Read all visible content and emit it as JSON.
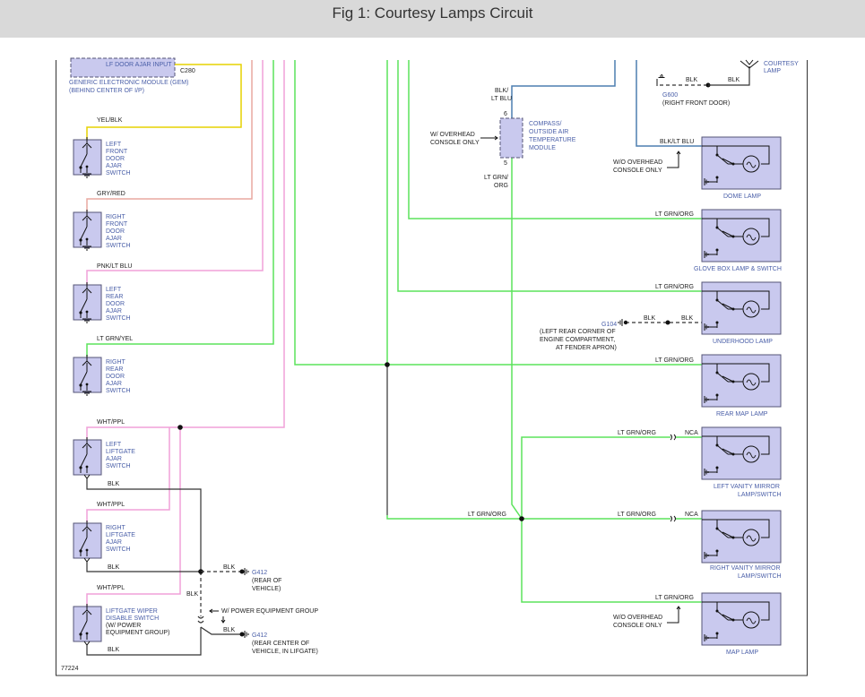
{
  "header": {
    "title": "Fig 1: Courtesy Lamps Circuit"
  },
  "gem": {
    "pin": "LF DOOR AJAR INPUT",
    "connector": "C280",
    "name": "GENERIC ELECTRONIC MODULE (GEM)",
    "location": "(BEHIND CENTER OF I/P)"
  },
  "left_switches": [
    {
      "wire": "YEL/BLK",
      "lines": [
        "LEFT",
        "FRONT",
        "DOOR",
        "AJAR",
        "SWITCH"
      ]
    },
    {
      "wire": "GRY/RED",
      "lines": [
        "RIGHT",
        "FRONT",
        "DOOR",
        "AJAR",
        "SWITCH"
      ]
    },
    {
      "wire": "PNK/LT BLU",
      "lines": [
        "LEFT",
        "REAR",
        "DOOR",
        "AJAR",
        "SWITCH"
      ]
    },
    {
      "wire": "LT GRN/YEL",
      "lines": [
        "RIGHT",
        "REAR",
        "DOOR",
        "AJAR",
        "SWITCH"
      ]
    },
    {
      "wire": "WHT/PPL",
      "lines": [
        "LEFT",
        "LIFTGATE",
        "AJAR",
        "SWITCH"
      ],
      "ground_wire": "BLK"
    },
    {
      "wire": "WHT/PPL",
      "lines": [
        "RIGHT",
        "LIFTGATE",
        "AJAR",
        "SWITCH"
      ],
      "ground_wire": "BLK"
    },
    {
      "wire": "WHT/PPL",
      "lines": [
        "LIFTGATE WIPER",
        "DISABLE SWITCH",
        "(W/ POWER",
        "EQUIPMENT GROUP)"
      ],
      "ground_wire": "BLK"
    }
  ],
  "grounds": {
    "g412_top": {
      "wire": "BLK",
      "id": "G412",
      "loc": [
        "(REAR OF",
        "VEHICLE)"
      ]
    },
    "g412_bottom": {
      "wire": "BLK",
      "id": "G412",
      "loc": [
        "(REAR CENTER OF",
        "VEHICLE, IN LIFGATE)"
      ]
    },
    "splice_wire": "BLK",
    "power_equipment_note": "W/ POWER EQUIPMENT GROUP"
  },
  "compass": {
    "wire_top": [
      "BLK/",
      "LT BLU"
    ],
    "pin_top": "6",
    "pin_bottom": "5",
    "wire_bottom": [
      "LT GRN/",
      "ORG"
    ],
    "name": [
      "COMPASS/",
      "OUTSIDE AIR",
      "TEMPERATURE",
      "MODULE"
    ],
    "note": [
      "W/ OVERHEAD",
      "CONSOLE ONLY"
    ]
  },
  "top_right": {
    "wire1": "BLK",
    "wire2": "BLK",
    "ground_id": "G600",
    "ground_loc": "(RIGHT FRONT DOOR)",
    "lamp": [
      "COURTESY",
      "LAMP"
    ]
  },
  "lamps": [
    {
      "wire": "BLK/LT BLU",
      "name": "DOME LAMP",
      "note": [
        "W/O OVERHEAD",
        "CONSOLE ONLY"
      ]
    },
    {
      "wire": "LT GRN/ORG",
      "name": "GLOVE BOX LAMP & SWITCH"
    },
    {
      "wire": "LT GRN/ORG",
      "name": "UNDERHOOD LAMP",
      "ground_wire1": "BLK",
      "ground_wire2": "BLK",
      "ground_id": "G104",
      "ground_loc": [
        "(LEFT REAR CORNER OF",
        "ENGINE COMPARTMENT,",
        "AT FENDER APRON)"
      ]
    },
    {
      "wire": "LT GRN/ORG",
      "name": "REAR MAP LAMP"
    },
    {
      "wire": "LT GRN/ORG",
      "nca": "NCA",
      "name": "LEFT VANITY MIRROR",
      "name2": "LAMP/SWITCH"
    },
    {
      "wire": "LT GRN/ORG",
      "nca": "NCA",
      "name": "RIGHT VANITY MIRROR",
      "name2": "LAMP/SWITCH"
    },
    {
      "wire": "LT GRN/ORG",
      "name": "MAP LAMP",
      "note": [
        "W/O OVERHEAD",
        "CONSOLE ONLY"
      ]
    }
  ],
  "splice_wire": "LT GRN/ORG",
  "figure_id": "77224"
}
